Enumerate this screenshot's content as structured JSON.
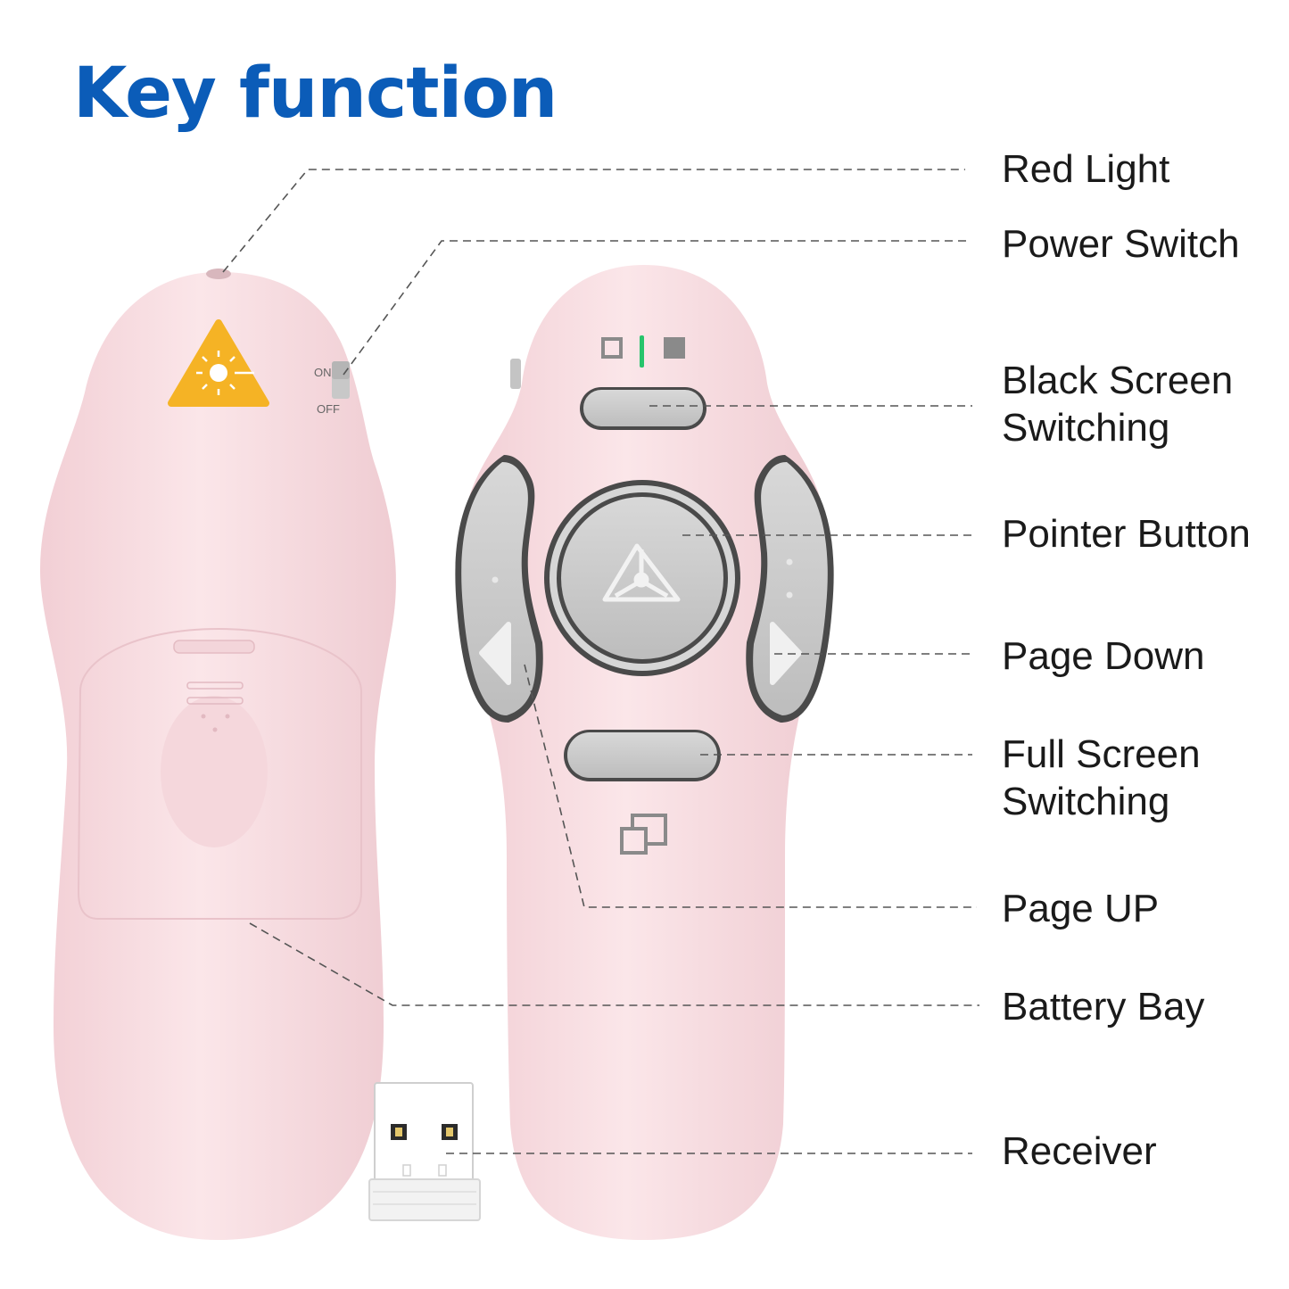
{
  "title": "Key function",
  "labels": {
    "red_light": "Red Light",
    "power_switch": "Power Switch",
    "black_screen": "Black Screen\nSwitching",
    "pointer_button": "Pointer Button",
    "page_down": "Page Down",
    "full_screen": "Full Screen\nSwitching",
    "page_up": "Page UP",
    "battery_bay": "Battery Bay",
    "receiver": "Receiver"
  },
  "switch_marks": {
    "on": "ON",
    "off": "OFF"
  },
  "colors": {
    "title": "#0b5cb8",
    "body": "#f8dfe3",
    "button": "#c9c9c9",
    "laser_warning": "#f5b325",
    "indicator_led": "#27c46b"
  },
  "icons": [
    "laser-warning-icon",
    "pointer-icon",
    "page-up-icon",
    "page-down-icon",
    "black-screen-icon",
    "full-screen-icon",
    "usb-receiver-icon"
  ]
}
